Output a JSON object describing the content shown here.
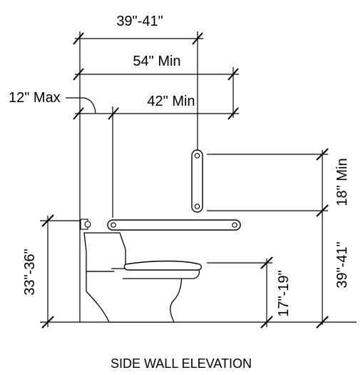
{
  "dimensions": {
    "top_width": "39\"-41\"",
    "mid_width": "54\" Min",
    "offset_max": "12\" Max",
    "bar_min": "42\" Min",
    "vertical_bar": "18\" Min",
    "rear_height": "33\"-36\"",
    "seat_height": "17\"-19\"",
    "side_bar_height": "39\"-41\""
  },
  "caption": "SIDE WALL ELEVATION"
}
